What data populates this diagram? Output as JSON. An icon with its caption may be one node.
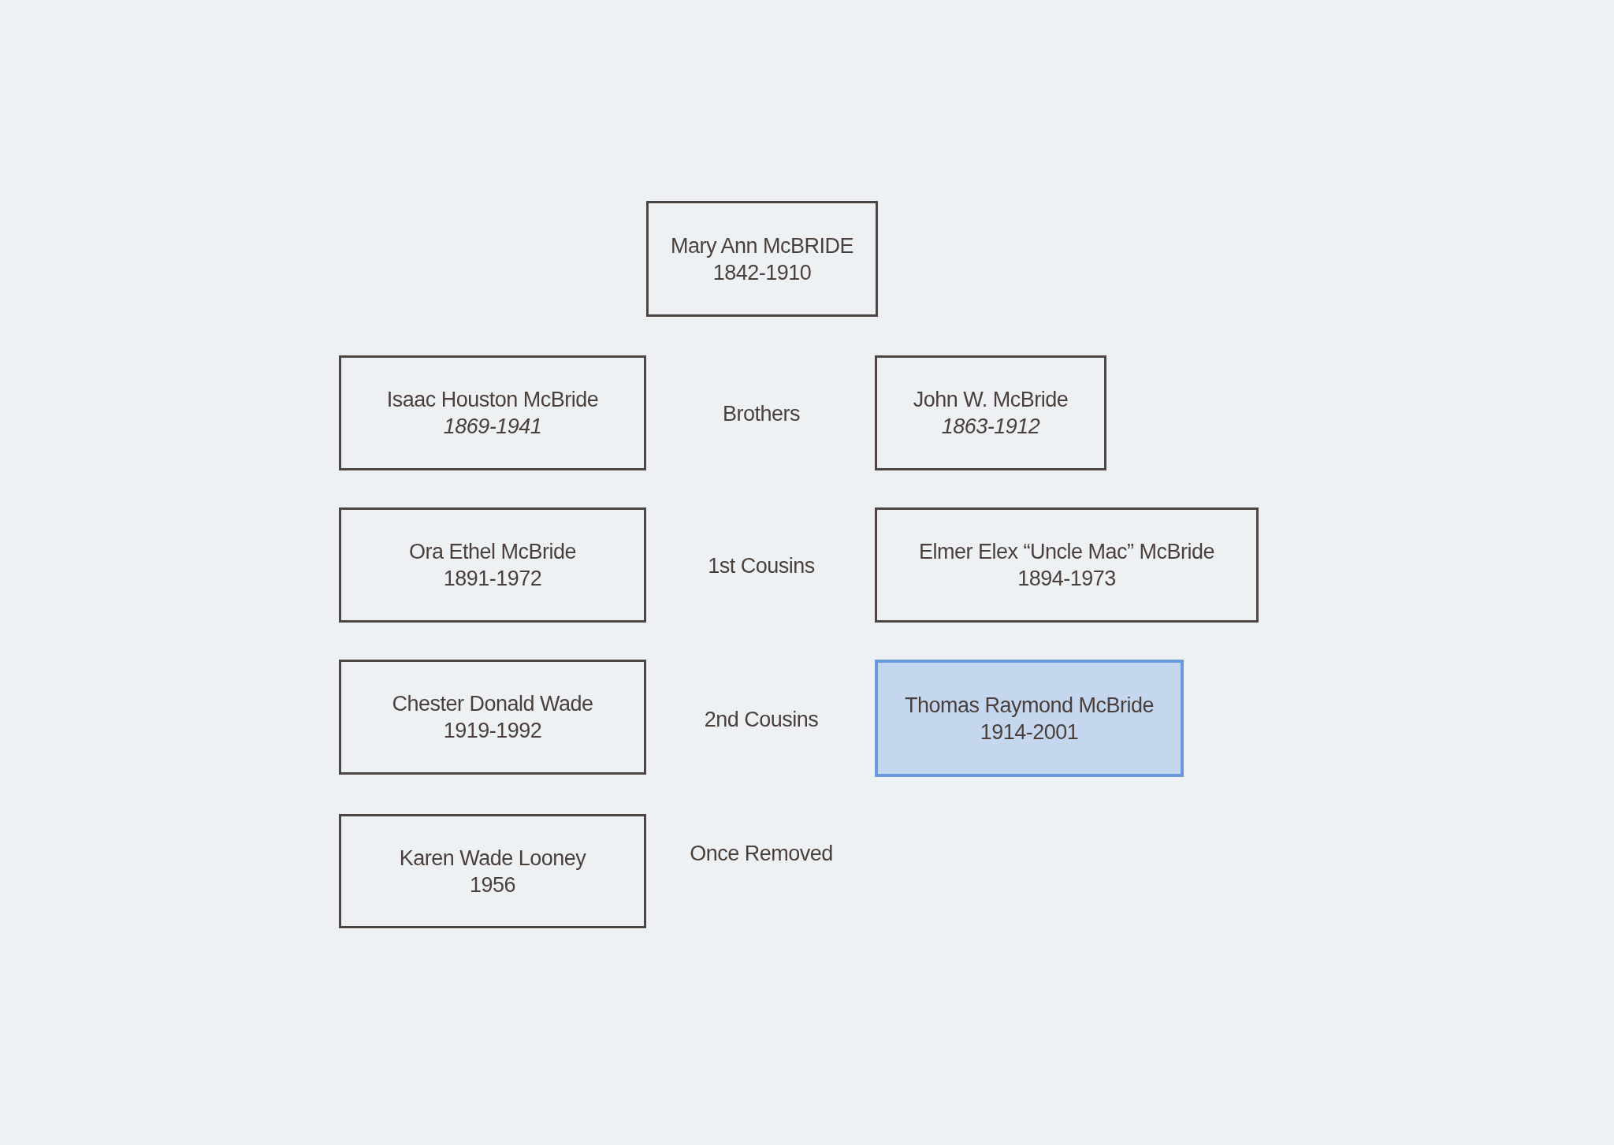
{
  "diagram": {
    "nodes": [
      {
        "text": [
          "Mary Ann McBRIDE",
          "1842-1910"
        ]
      },
      {
        "text": [
          "Isaac Houston McBride",
          "1869-1941"
        ]
      },
      {
        "text": [
          "John W. McBride",
          "1863-1912"
        ]
      },
      {
        "text": [
          "Ora Ethel McBride",
          "1891-1972"
        ]
      },
      {
        "text": [
          "Elmer Elex “Uncle Mac” McBride",
          "1894-1973"
        ]
      },
      {
        "text": [
          "Chester Donald Wade",
          "1919-1992"
        ]
      },
      {
        "text": [
          "Thomas Raymond McBride",
          "1914-2001"
        ]
      },
      {
        "text": [
          "Karen Wade Looney",
          "1956"
        ]
      }
    ],
    "labels": [
      "Brothers",
      "1st Cousins",
      "2nd Cousins",
      "Once Removed"
    ]
  }
}
